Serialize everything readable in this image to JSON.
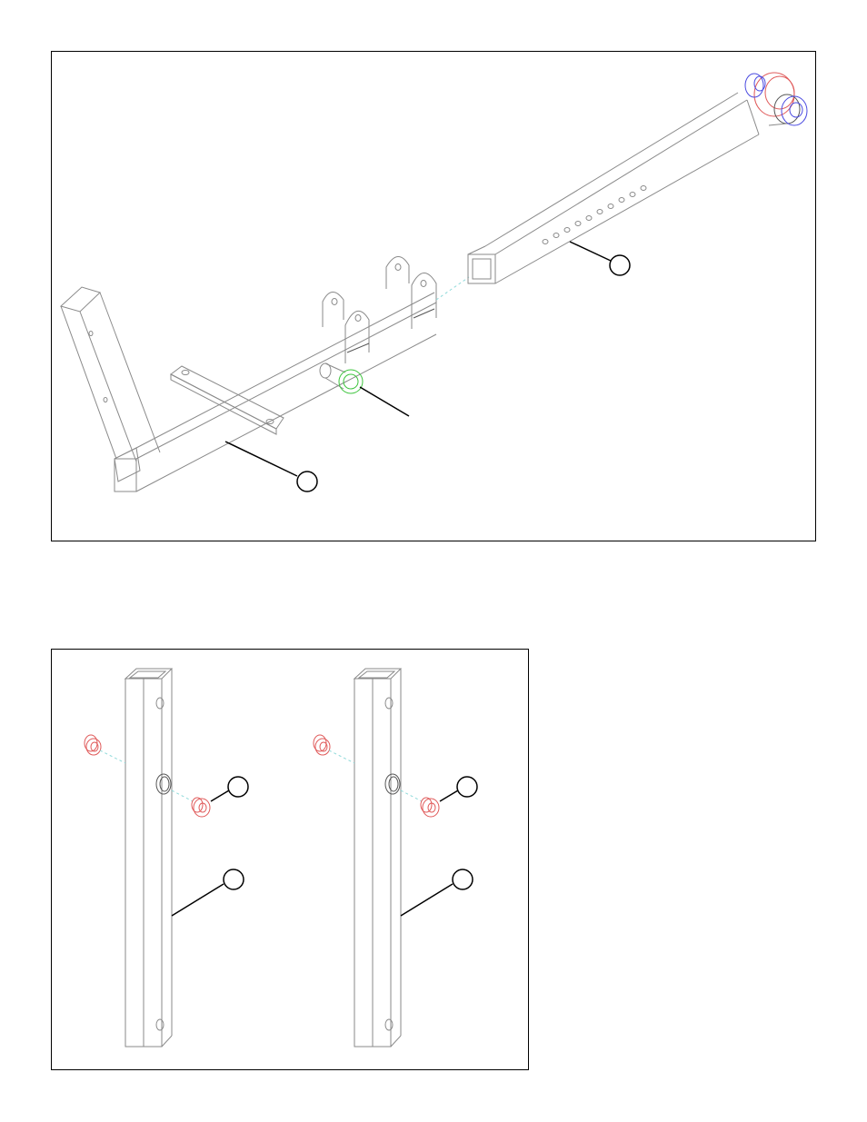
{
  "figures": [
    {
      "id": "top",
      "description_callouts": 3
    },
    {
      "id": "bottom",
      "description_callouts": 4
    }
  ],
  "colors": {
    "outline": "#8a8a8a",
    "bushing": "#e05a5a",
    "roller": "#4a4ae0",
    "pin": "#3cc43c",
    "centerline": "#8fdada",
    "frame": "#000000"
  }
}
